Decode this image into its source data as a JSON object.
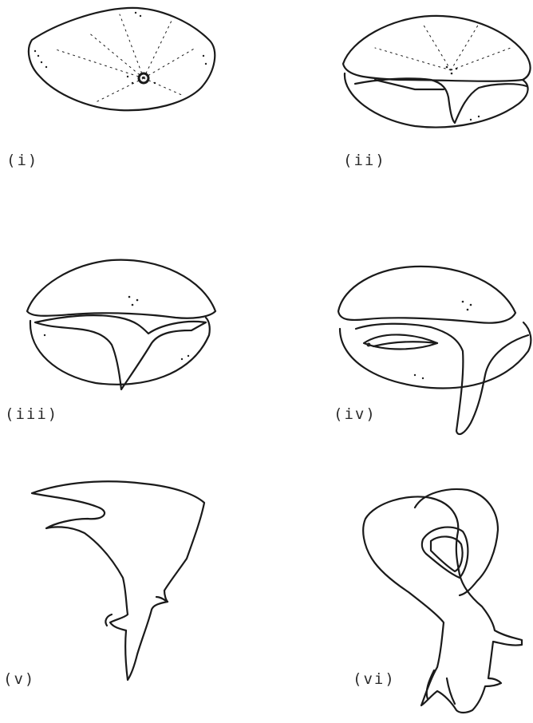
{
  "stages": [
    {
      "id": "i",
      "label": "(i)"
    },
    {
      "id": "ii",
      "label": "(ii)"
    },
    {
      "id": "iii",
      "label": "(iii)"
    },
    {
      "id": "iv",
      "label": "(iv)"
    },
    {
      "id": "v",
      "label": "(v)"
    },
    {
      "id": "vi",
      "label": "(vi)"
    }
  ]
}
